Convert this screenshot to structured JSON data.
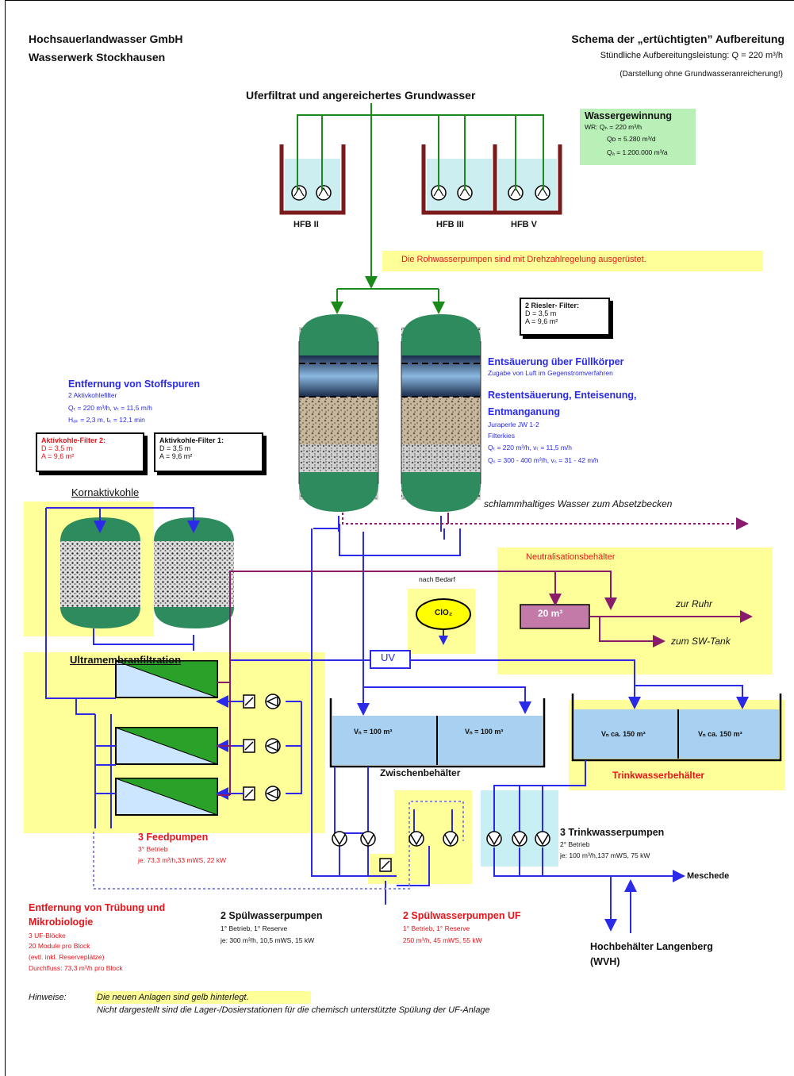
{
  "header": {
    "company": "Hochsauerlandwasser GmbH",
    "plant": "Wasserwerk Stockhausen",
    "title": "Schema der „ertüchtigten” Aufbereitung",
    "capacity": "Stündliche Aufbereitungsleistung: Q = 220 m³/h",
    "note": "(Darstellung ohne Grundwasseranreicherung!)"
  },
  "source": {
    "title": "Uferfiltrat und angereichertes Grundwasser"
  },
  "wells": [
    {
      "label": "HFB II"
    },
    {
      "label": "HFB III"
    },
    {
      "label": "HFB V"
    }
  ],
  "wassergewinnung": {
    "title": "Wassergewinnung",
    "line1": "WR: Qₕ = 220 m³/h",
    "line2": "Qᴅ = 5.280 m³/d",
    "line3": "Qₐ = 1.200.000 m³/a"
  },
  "pump_note": "Die Rohwasserpumpen sind mit Drehzahlregelung ausgerüstet.",
  "riesler": {
    "title": "2 Riesler- Filter:",
    "d": "D = 3,5 m",
    "a": "A = 9,6 m²"
  },
  "entsaeuerung": {
    "title": "Entsäuerung über Füllkörper",
    "sub": "Zugabe von Luft im Gegenstromverfahren"
  },
  "restentsaeuerung": {
    "title1": "Restentsäuerung, Enteisenung,",
    "title2": "Entmanganung",
    "l1": "Juraperle JW 1-2",
    "l2": "Filterkies",
    "l3": "Qₜ = 220 m³/h, vₜ = 11,5 m/h",
    "l4": "Qₛ = 300 - 400 m³/h, vₛ = 31 - 42 m/h"
  },
  "stoffspuren": {
    "title": "Entfernung von Stoffspuren",
    "l1": "2 Aktivkohlefilter",
    "l2": "Qₜ = 220 m³/h, vₜ = 11,5 m/h",
    "l3": "Hₐₖ = 2,3 m, tₖ = 12,1 min"
  },
  "akf2": {
    "title": "Aktivkohle-Filter 2:",
    "d": "D = 3,5 m",
    "a": "A = 9,6 m²"
  },
  "akf1": {
    "title": "Aktivkohle-Filter 1:",
    "d": "D = 3,5 m",
    "a": "A = 9,6 m²"
  },
  "kornaktivkohle": "Kornaktivkohle",
  "schlamm": "schlammhaltiges Wasser zum Absetzbecken",
  "neutralisation": {
    "title": "Neutralisationsbehälter",
    "volume": "20 m³",
    "ruhr": "zur Ruhr",
    "swtank": "zum SW-Tank"
  },
  "clo2": {
    "bedarf": "nach Bedarf",
    "label": "ClO₂"
  },
  "uv": "UV",
  "ultramembran": "Ultramembranfiltration",
  "zwischen": {
    "left": "Vₙ = 100 m³",
    "right": "Vₙ = 100 m³",
    "label": "Zwischenbehälter"
  },
  "trinkbeh": {
    "left": "Vₙ ca. 150 m³",
    "right": "Vₙ ca. 150 m³",
    "label": "Trinkwasserbehälter"
  },
  "feed": {
    "title": "3 Feedpumpen",
    "l1": "3° Betrieb",
    "l2": "je: 73,3 m³/h,33 mWS, 22 kW"
  },
  "truebung": {
    "title1": "Entfernung von Trübung und",
    "title2": "Mikrobiologie",
    "l1": "3 UF-Blöcke",
    "l2": "20 Module pro Block",
    "l3": "(evtl. inkl. Reserveplätze)",
    "l4": "Durchfluss: 73,3 m³/h pro Block"
  },
  "spuel": {
    "title": "2 Spülwasserpumpen",
    "l1": "1° Betrieb, 1° Reserve",
    "l2": "je: 300 m³/h, 10,5 mWS, 15 kW"
  },
  "spuel_uf": {
    "title": "2 Spülwasserpumpen UF",
    "l1": "1° Betrieb, 1° Reserve",
    "l2": "250 m³/h, 45 mWS, 55 kW"
  },
  "trinkpumpen": {
    "title": "3 Trinkwasserpumpen",
    "l1": "2° Betrieb",
    "l2": "je: 100 m³/h,137 mWS, 75 kW"
  },
  "meschede": "Meschede",
  "langenberg": {
    "l1": "Hochbehälter Langenberg",
    "l2": "(WVH)"
  },
  "hinweis": {
    "label": "Hinweise:",
    "l1": "Die neuen Anlagen sind gelb hinterlegt.",
    "l2": "Nicht dargestellt sind die Lager-/Dosierstationen für die chemisch unterstützte Spülung der UF-Anlage"
  },
  "colors": {
    "green_line": "#1a8a1a",
    "blue_line": "#2a2ae8",
    "purple_line": "#8a1a6a",
    "new_bg": "#ffff99",
    "vessel": "#2e8b5e"
  }
}
